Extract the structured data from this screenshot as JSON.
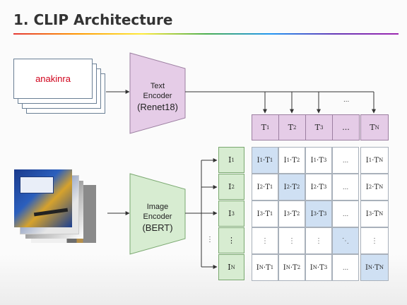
{
  "slide": {
    "title": "1. CLIP Architecture"
  },
  "text_input": {
    "sample_text": "anakinra"
  },
  "text_encoder": {
    "line1": "Text",
    "line2": "Encoder",
    "line3": "(Renet18)"
  },
  "image_encoder": {
    "line1": "Image",
    "line2": "Encoder",
    "line3": "(BERT)"
  },
  "text_tokens": [
    {
      "base": "T",
      "sub": "1"
    },
    {
      "base": "T",
      "sub": "2"
    },
    {
      "base": "T",
      "sub": "3"
    },
    {
      "base": "...",
      "sub": ""
    },
    {
      "base": "T",
      "sub": "N"
    }
  ],
  "text_branch_dots": "...",
  "image_tokens": [
    {
      "base": "I",
      "sub": "1"
    },
    {
      "base": "I",
      "sub": "2"
    },
    {
      "base": "I",
      "sub": "3"
    },
    {
      "base": "⋮",
      "sub": ""
    },
    {
      "base": "I",
      "sub": "N"
    }
  ],
  "image_branch_dots": "⋮",
  "matrix": [
    [
      "I1·T1",
      "I1·T2",
      "I1·T3",
      "...",
      "I1·TN"
    ],
    [
      "I2·T1",
      "I2·T2",
      "I2·T3",
      "...",
      "I2·TN"
    ],
    [
      "I3·T1",
      "I3·T2",
      "I3·T3",
      "...",
      "I3·TN"
    ],
    [
      "⋮",
      "⋮",
      "⋮",
      "⋱",
      "⋮"
    ],
    [
      "IN·T1",
      "IN·T2",
      "IN·T3",
      "...",
      "IN·TN"
    ]
  ],
  "colors": {
    "text_encoder_fill": "#e5cce7",
    "image_encoder_fill": "#d7ecd1",
    "diagonal_fill": "#cfe0f3"
  },
  "icons": {
    "text_stack": "document-stack-icon",
    "image_stack": "photo-stack-icon"
  }
}
